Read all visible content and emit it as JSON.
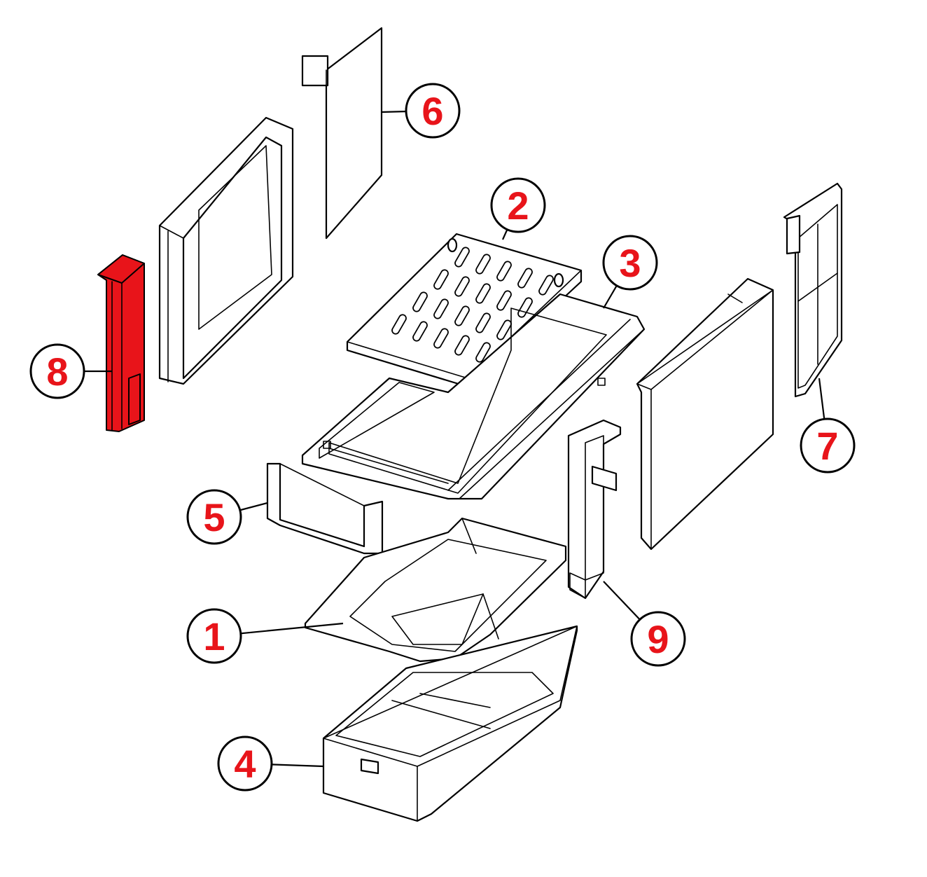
{
  "colors": {
    "highlight": "#e8141a",
    "callout_number": "#e8141a",
    "outline": "#000000",
    "background": "#ffffff"
  },
  "highlighted_part": "8",
  "callouts": [
    {
      "id": "c1",
      "label": "1"
    },
    {
      "id": "c2",
      "label": "2"
    },
    {
      "id": "c3",
      "label": "3"
    },
    {
      "id": "c4",
      "label": "4"
    },
    {
      "id": "c5",
      "label": "5"
    },
    {
      "id": "c6",
      "label": "6"
    },
    {
      "id": "c7",
      "label": "7"
    },
    {
      "id": "c8",
      "label": "8"
    },
    {
      "id": "c9",
      "label": "9"
    }
  ]
}
